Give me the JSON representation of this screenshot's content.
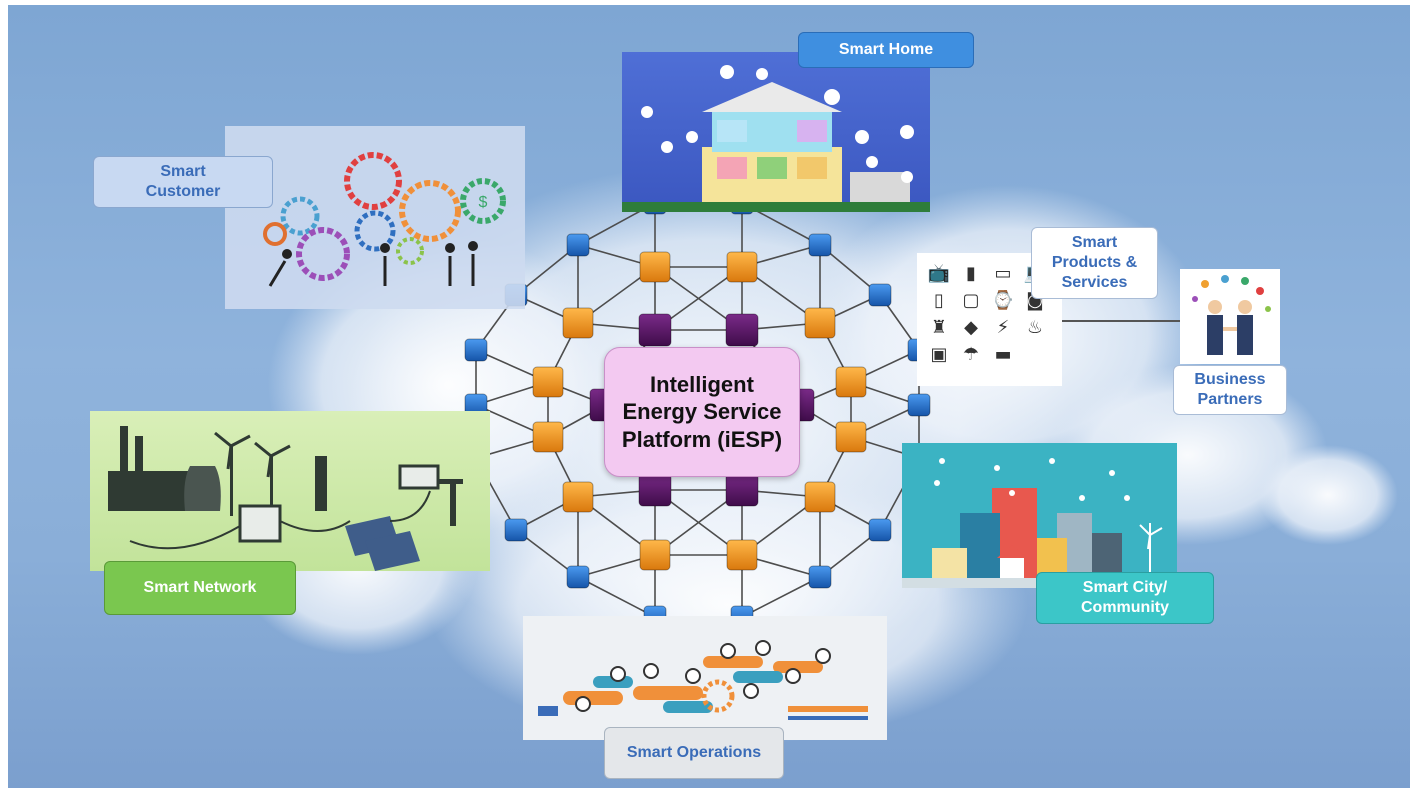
{
  "center": {
    "line1": "Intelligent",
    "line2": "Energy Service",
    "line3": "Platform (iESP)"
  },
  "labels": {
    "smart_home": "Smart Home",
    "smart_customer_1": "Smart",
    "smart_customer_2": "Customer",
    "smart_products_1": "Smart",
    "smart_products_2": "Products &",
    "smart_products_3": "Services",
    "business_partners_1": "Business",
    "business_partners_2": "Partners",
    "smart_network": "Smart Network",
    "smart_city_1": "Smart City/",
    "smart_city_2": "Community",
    "smart_operations": "Smart Operations"
  },
  "colors": {
    "node_blue": "#1f6fc7",
    "node_orange": "#f19a1f",
    "node_purple": "#5a1766",
    "center_fill": "#f3c9f1",
    "home_label": "#3f8fe0",
    "network_label": "#7ac74f",
    "city_label": "#3cc6c8"
  },
  "icons": [
    "tv-icon",
    "fridge-icon",
    "ac-icon",
    "laptop-icon",
    "phone-icon",
    "tablet-icon",
    "watch-icon",
    "washer-icon",
    "lamp-icon",
    "camera-icon",
    "plug-icon",
    "faucet-icon",
    "microwave-icon",
    "shower-icon",
    "bed-icon"
  ]
}
